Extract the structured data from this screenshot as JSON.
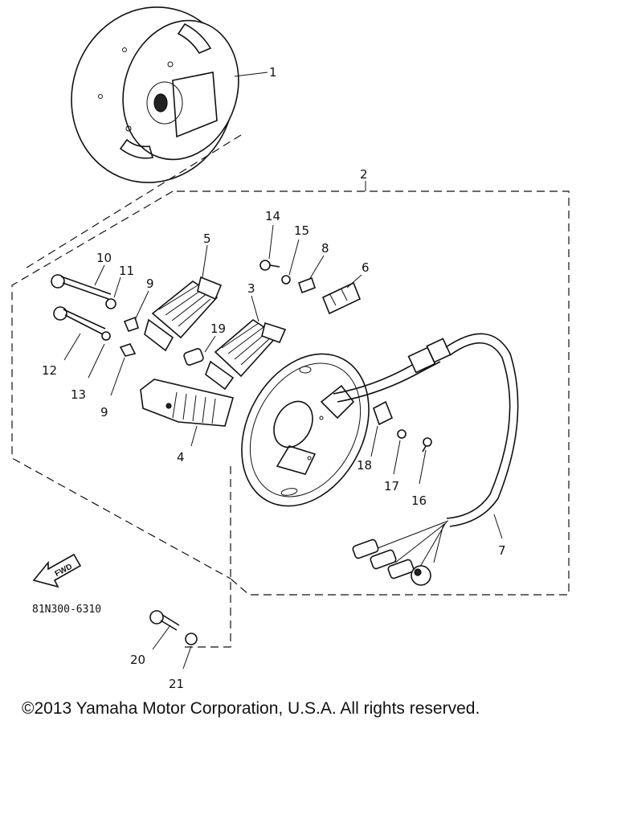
{
  "labels": {
    "p1": "1",
    "p2": "2",
    "p3": "3",
    "p4": "4",
    "p5": "5",
    "p6": "6",
    "p7": "7",
    "p8": "8",
    "p9a": "9",
    "p9b": "9",
    "p10": "10",
    "p11": "11",
    "p12": "12",
    "p13": "13",
    "p14": "14",
    "p15": "15",
    "p16": "16",
    "p17": "17",
    "p18": "18",
    "p19": "19",
    "p20": "20",
    "p21": "21"
  },
  "fwd_label": "FWD",
  "diagram_code": "81N300-6310",
  "copyright": "©2013 Yamaha Motor Corporation, U.S.A. All rights reserved."
}
